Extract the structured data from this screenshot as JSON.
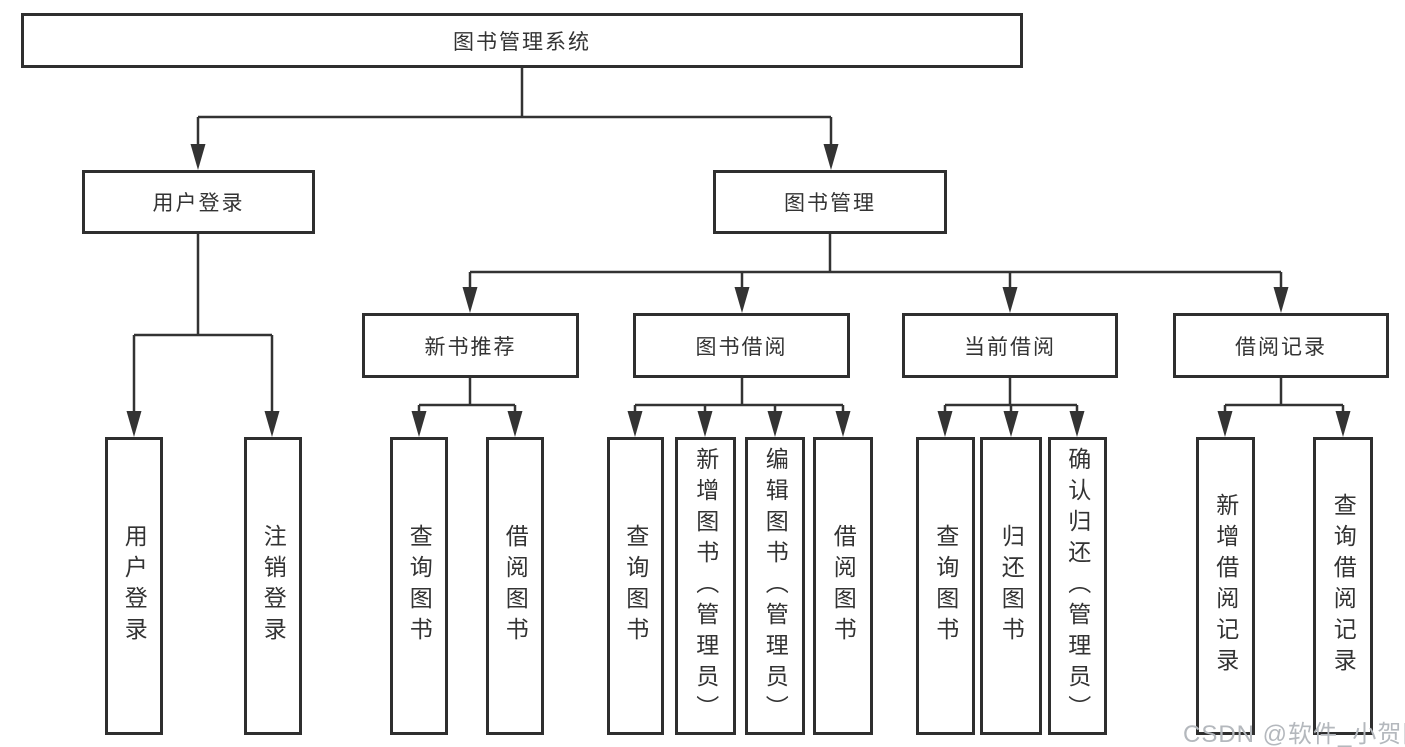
{
  "diagram_title": "图书管理系统",
  "nodes": {
    "root": {
      "label": "图书管理系统"
    },
    "level2": {
      "user_login": {
        "label": "用户登录"
      },
      "book_management": {
        "label": "图书管理"
      }
    },
    "level3": {
      "new_book_recommend": {
        "label": "新书推荐"
      },
      "book_borrow": {
        "label": "图书借阅"
      },
      "current_borrow": {
        "label": "当前借阅"
      },
      "borrow_record": {
        "label": "借阅记录"
      }
    },
    "leaves": {
      "user_login": {
        "label": "用户登录"
      },
      "logout": {
        "label": "注销登录"
      },
      "recommend_query_book": {
        "label": "查询图书"
      },
      "recommend_borrow_book": {
        "label": "借阅图书"
      },
      "borrow_query_book": {
        "label": "查询图书"
      },
      "borrow_add_book": {
        "label": "新增图书（管理员）"
      },
      "borrow_edit_book": {
        "label": "编辑图书（管理员）"
      },
      "borrow_borrow_book": {
        "label": "借阅图书"
      },
      "current_query_book": {
        "label": "查询图书"
      },
      "current_return_book": {
        "label": "归还图书"
      },
      "current_confirm_return": {
        "label": "确认归还（管理员）"
      },
      "record_add_record": {
        "label": "新增借阅记录"
      },
      "record_query_record": {
        "label": "查询借阅记录"
      }
    }
  },
  "watermark": {
    "text": "CSDN @软件_小贺同学"
  },
  "colors": {
    "line": "#333333",
    "border": "#2f2f2f",
    "text": "#333333",
    "watermark": "#b4b8bd",
    "background": "#ffffff"
  }
}
